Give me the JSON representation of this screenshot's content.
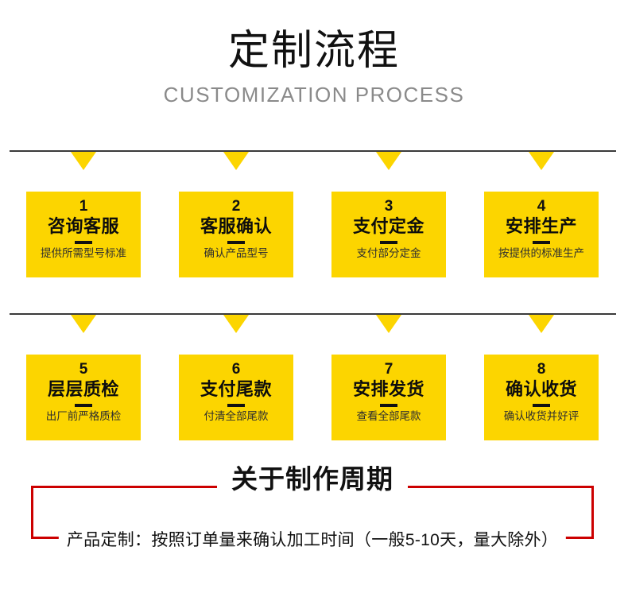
{
  "header": {
    "title": "定制流程",
    "subtitle": "CUSTOMIZATION PROCESS"
  },
  "colors": {
    "accent_yellow": "#fcd500",
    "rule_dark": "#3a3a3a",
    "note_red": "#cc0000",
    "text_dark": "#111111",
    "subtitle_gray": "#8a8a8a"
  },
  "rows": [
    {
      "steps": [
        {
          "num": "1",
          "title": "咨询客服",
          "desc": "提供所需型号标准"
        },
        {
          "num": "2",
          "title": "客服确认",
          "desc": "确认产品型号"
        },
        {
          "num": "3",
          "title": "支付定金",
          "desc": "支付部分定金"
        },
        {
          "num": "4",
          "title": "安排生产",
          "desc": "按提供的标准生产"
        }
      ]
    },
    {
      "steps": [
        {
          "num": "5",
          "title": "层层质检",
          "desc": "出厂前严格质检"
        },
        {
          "num": "6",
          "title": "支付尾款",
          "desc": "付清全部尾款"
        },
        {
          "num": "7",
          "title": "安排发货",
          "desc": "查看全部尾款"
        },
        {
          "num": "8",
          "title": "确认收货",
          "desc": "确认收货并好评"
        }
      ]
    }
  ],
  "note": {
    "title": "关于制作周期",
    "body": "产品定制：按照订单量来确认加工时间（一般5-10天，量大除外）"
  }
}
